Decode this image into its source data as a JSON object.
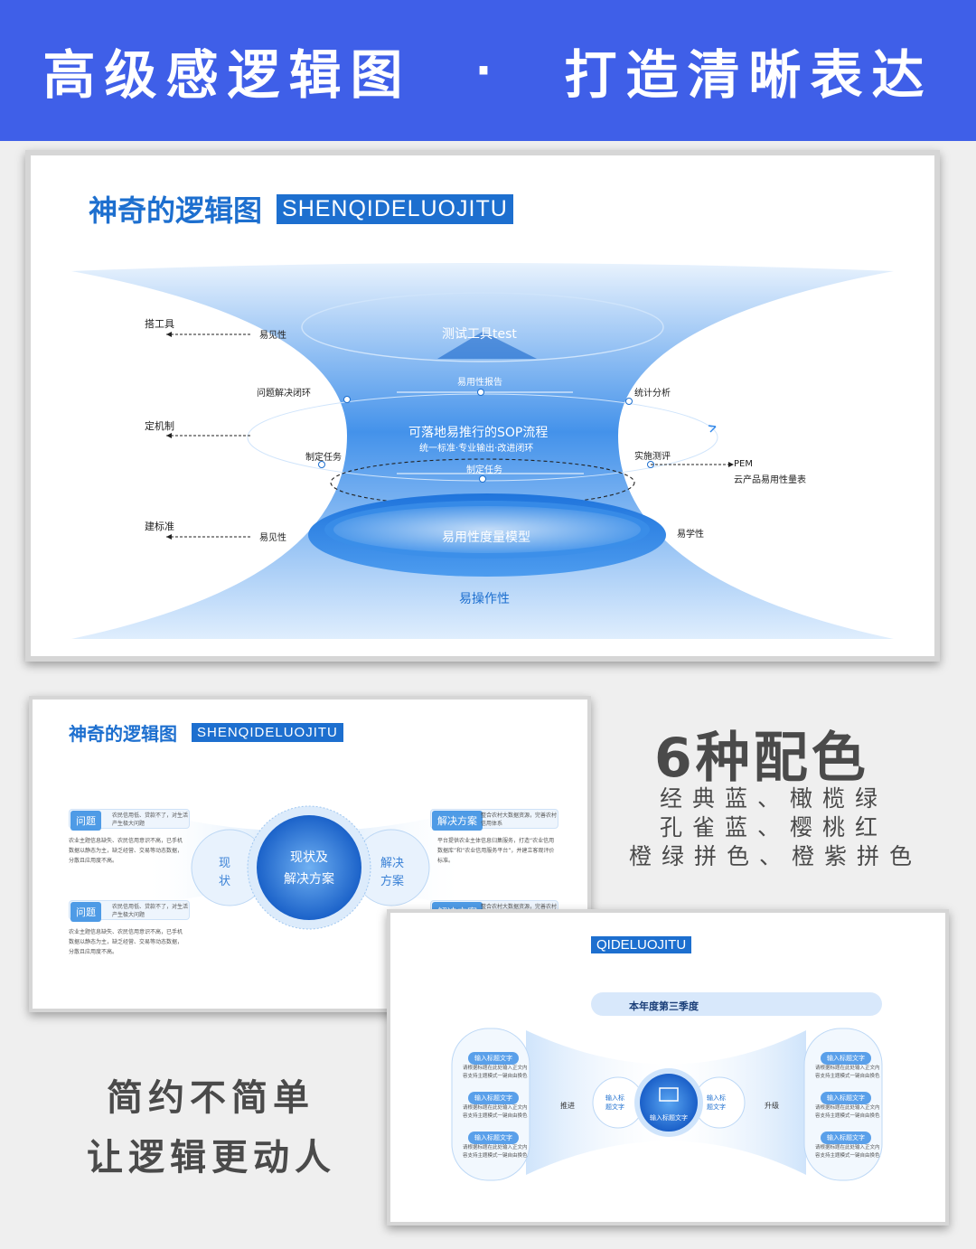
{
  "header": {
    "left": "高级感逻辑图",
    "dot": "·",
    "right": "打造清晰表达"
  },
  "slide1": {
    "title_cn": "神奇的逻辑图",
    "title_en": "SHENQIDELUOJITU",
    "top_ellipse": "测试工具test",
    "report": "易用性报告",
    "center_main": "可落地易推行的SOP流程",
    "center_sub": "统一标准·专业输出·改进闭环",
    "task_mid": "制定任务",
    "base": "易用性度量模型",
    "bottom": "易操作性",
    "left_tool": "搭工具",
    "left_vis1": "易见性",
    "left_loop": "问题解决闭环",
    "left_mech": "定机制",
    "left_task": "制定任务",
    "left_std": "建标准",
    "left_vis2": "易见性",
    "right_stats": "统计分析",
    "right_exec": "实施测评",
    "right_pem": "PEM",
    "right_pem_sub": "云产品易用性量表",
    "right_learn": "易学性"
  },
  "slide2": {
    "title_cn": "神奇的逻辑图",
    "title_en": "SHENQIDELUOJITU",
    "tag_problem": "问题",
    "tag_solution": "解决方案",
    "problem_note": "农民信用低、贷款不了，对生活产生极大问题",
    "solution_note": "整合农村大数据资源，完善农村信用体系",
    "problem_desc": "农业主题信息缺失、农民信用意识不高，已手机数据以静态为主，缺乏经营、交易等动态数据，分散且应用度不高。",
    "solution_desc": "平台提供农业主体信息归集服务，打造“农业信用数据库”和“农业信用服务平台”，并建立客观评价标准。",
    "left_c1": "现",
    "left_c2": "状",
    "center1": "现状及",
    "center2": "解决方案",
    "right_c1": "解决",
    "right_c2": "方案"
  },
  "slide3": {
    "title_en_partial": "QIDELUOJITU",
    "banner": "本年度第三季度",
    "pill": "输入标题文字",
    "pill_text1": "请根据标题在此处输入正文内",
    "pill_text2": "容支持主题模式一键自由换色",
    "push": "推进",
    "upgrade": "升级",
    "mid_l1": "输入标",
    "mid_l2": "题文字",
    "mid_r1": "输入标",
    "mid_r2": "题文字",
    "center": "输入标题文字"
  },
  "subtitle": "6种配色",
  "colors": {
    "line1": "经典蓝、橄榄绿",
    "line2": "孔雀蓝、樱桃红",
    "line3": "橙绿拼色、橙紫拼色"
  },
  "slogan": {
    "line1": "简约不简单",
    "line2": "让逻辑更动人"
  },
  "palette": {
    "banner": "#3f5fe8",
    "accent": "#1d6fcf"
  }
}
